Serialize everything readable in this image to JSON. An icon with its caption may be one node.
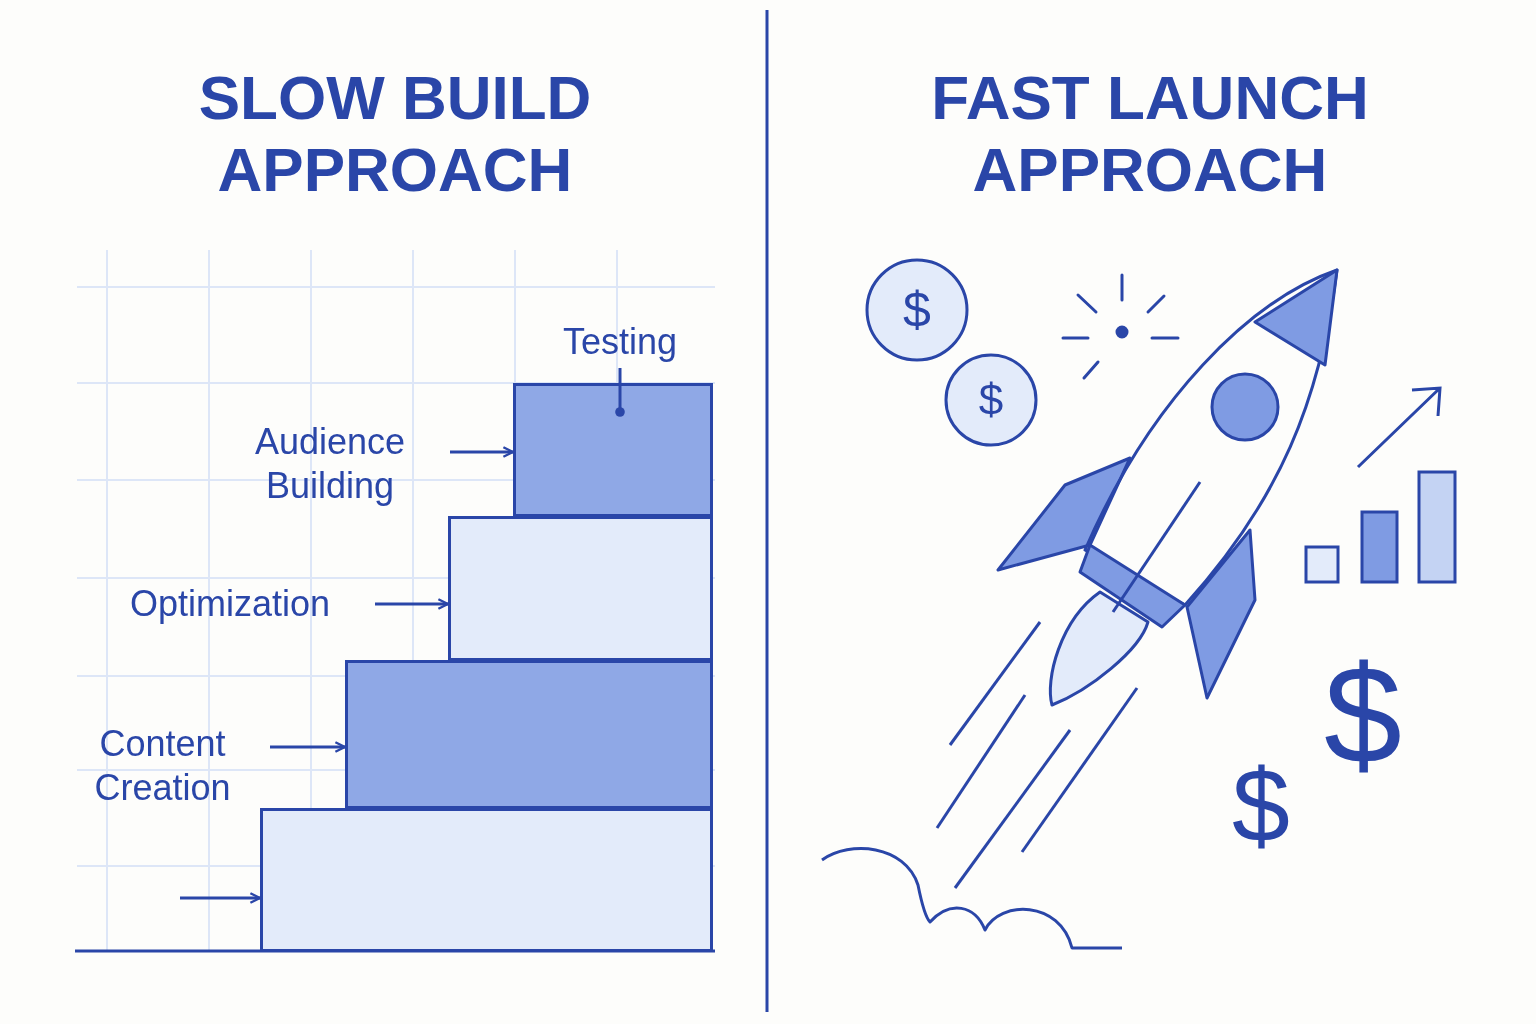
{
  "diagram": {
    "nodes": [
      {
        "text": [
          "Testing"
        ]
      },
      {
        "text": [
          "Audience Building"
        ]
      },
      {
        "text": [
          "Optimization"
        ]
      },
      {
        "text": [
          "Content Creation"
        ]
      },
      {
        "text": [],
        "shape": "box"
      },
      {
        "text": [],
        "shape": "box"
      },
      {
        "text": [],
        "shape": "box"
      },
      {
        "text": [],
        "shape": "box"
      }
    ],
    "edges": [
      {
        "from": 0,
        "to": 4,
        "arrow": "other"
      },
      {
        "from": 1,
        "to": 4,
        "arrow": "to"
      },
      {
        "from": 2,
        "to": 5,
        "arrow": "to"
      },
      {
        "from": 3,
        "to": 6,
        "arrow": "to"
      },
      {
        "from": null,
        "to": 7,
        "arrow": "to"
      }
    ],
    "labels": [
      "SLOW BUILD APPROACH",
      "FAST LAUNCH APPROACH",
      "$",
      "$",
      "$",
      "$"
    ]
  }
}
